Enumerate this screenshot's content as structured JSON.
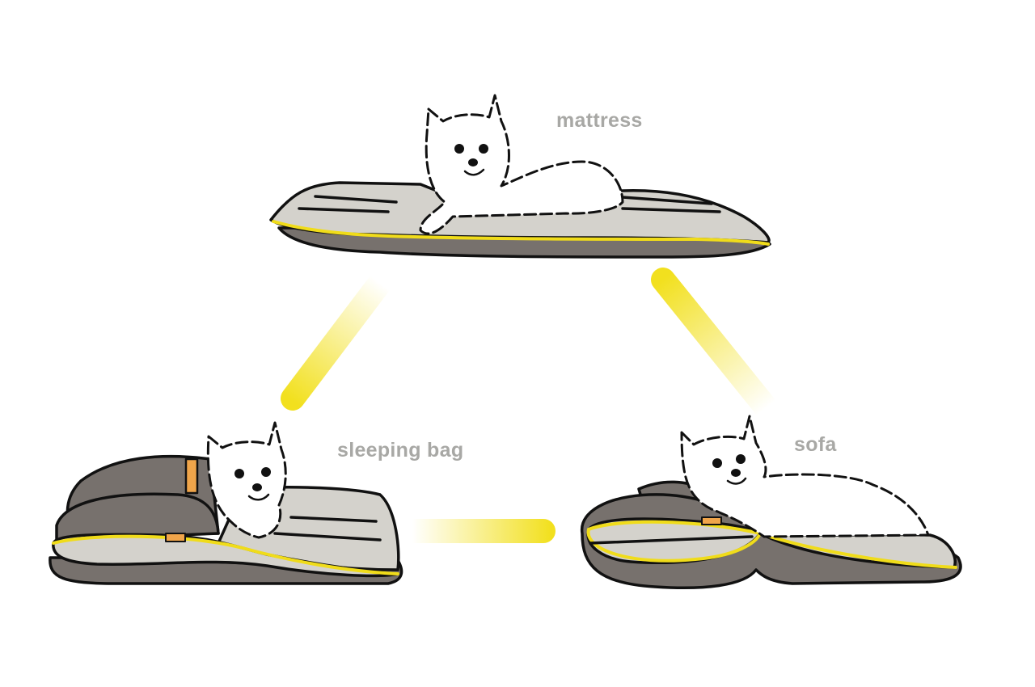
{
  "diagram": {
    "nodes": [
      {
        "id": "mattress",
        "label": "mattress",
        "description": "dog lying on a flat grey mattress bed"
      },
      {
        "id": "sleeping_bag",
        "label": "sleeping bag",
        "description": "dog tucked inside rolled dark grey sleeping-bag bed"
      },
      {
        "id": "sofa",
        "label": "sofa",
        "description": "dog resting on bed folded into sofa shape"
      }
    ],
    "edges": [
      {
        "from": "mattress",
        "to": "sleeping_bag"
      },
      {
        "from": "mattress",
        "to": "sofa"
      },
      {
        "from": "sleeping_bag",
        "to": "sofa"
      }
    ],
    "colors": {
      "connector": "#f2e01e",
      "label_text": "#a8a8a5",
      "bed_light": "#d4d2cc",
      "bed_dark": "#77716d",
      "trim": "#f0dc1a",
      "tag": "#f0a54a",
      "outline": "#111111"
    }
  }
}
